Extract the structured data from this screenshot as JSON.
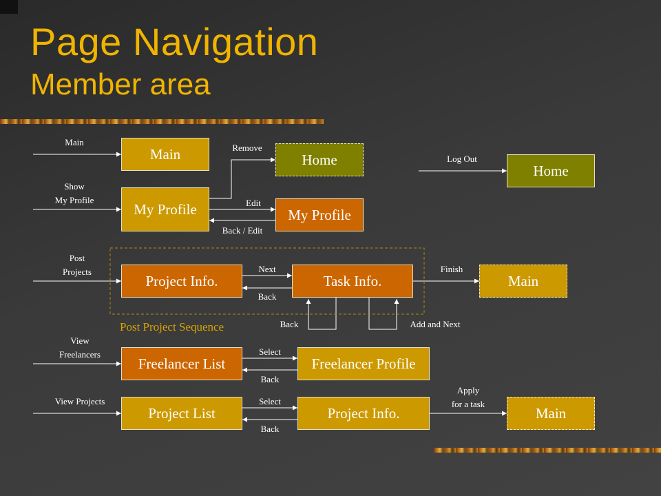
{
  "title": "Page Navigation",
  "subtitle": "Member area",
  "sequence_label": "Post Project Sequence",
  "colors": {
    "title": "#f0b400",
    "gold_box": "#cc9900",
    "orange_box": "#cc6600",
    "olive_box": "#808000"
  },
  "boxes": {
    "main_1": "Main",
    "myprofile_1": "My Profile",
    "home_1": "Home",
    "myprofile_2": "My Profile",
    "home_2": "Home",
    "project_info_1": "Project Info.",
    "task_info": "Task Info.",
    "main_2": "Main",
    "freelancer_list": "Freelancer List",
    "freelancer_profile": "Freelancer Profile",
    "project_list": "Project List",
    "project_info_2": "Project Info.",
    "main_3": "Main"
  },
  "labels": {
    "main_entry": "Main",
    "show_my_profile_1": "Show",
    "show_my_profile_2": "My Profile",
    "remove": "Remove",
    "edit": "Edit",
    "back_edit": "Back / Edit",
    "log_out": "Log Out",
    "post_projects_1": "Post",
    "post_projects_2": "Projects",
    "next": "Next",
    "back_1": "Back",
    "finish": "Finish",
    "back_loop": "Back",
    "add_and_next": "Add and Next",
    "view_freelancers_1": "View",
    "view_freelancers_2": "Freelancers",
    "select_1": "Select",
    "back_2": "Back",
    "view_projects": "View Projects",
    "select_2": "Select",
    "back_3": "Back",
    "apply_1": "Apply",
    "apply_2": "for a task"
  }
}
